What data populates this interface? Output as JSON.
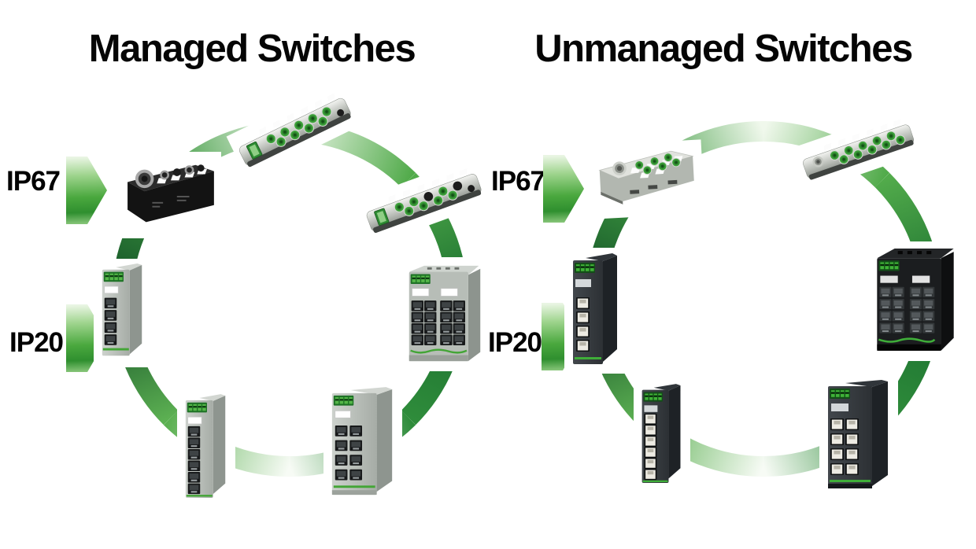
{
  "managed": {
    "title": "Managed Switches",
    "ip67": "IP67",
    "ip20": "IP20"
  },
  "unmanaged": {
    "title": "Unmanaged Switches",
    "ip67": "IP67",
    "ip20": "IP20"
  },
  "colors": {
    "title_color": "#050505",
    "arrow_light": "#e9f5e3",
    "arrow_mid": "#4aa83e",
    "arrow_dark": "#2f8f2f",
    "ring_dark": "#124e26",
    "ring_mid": "#3e9a41",
    "ring_light": "#8ccb7b",
    "ring_pale": "#f0f8ec",
    "accent_green": "#3fae39"
  }
}
